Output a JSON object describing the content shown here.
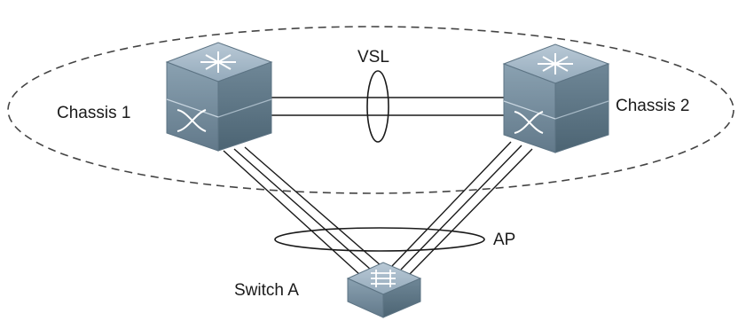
{
  "labels": {
    "chassis1": "Chassis 1",
    "chassis2": "Chassis 2",
    "vsl": "VSL",
    "ap": "AP",
    "switch_a": "Switch A"
  },
  "colors": {
    "device_top": "#9fb4c4",
    "device_front": "#6f8899",
    "device_side": "#56707f",
    "line": "#1a1a1a",
    "boundary": "#444444"
  },
  "icons": {
    "chassis": "core-switch-icon",
    "access_switch": "access-switch-icon"
  }
}
